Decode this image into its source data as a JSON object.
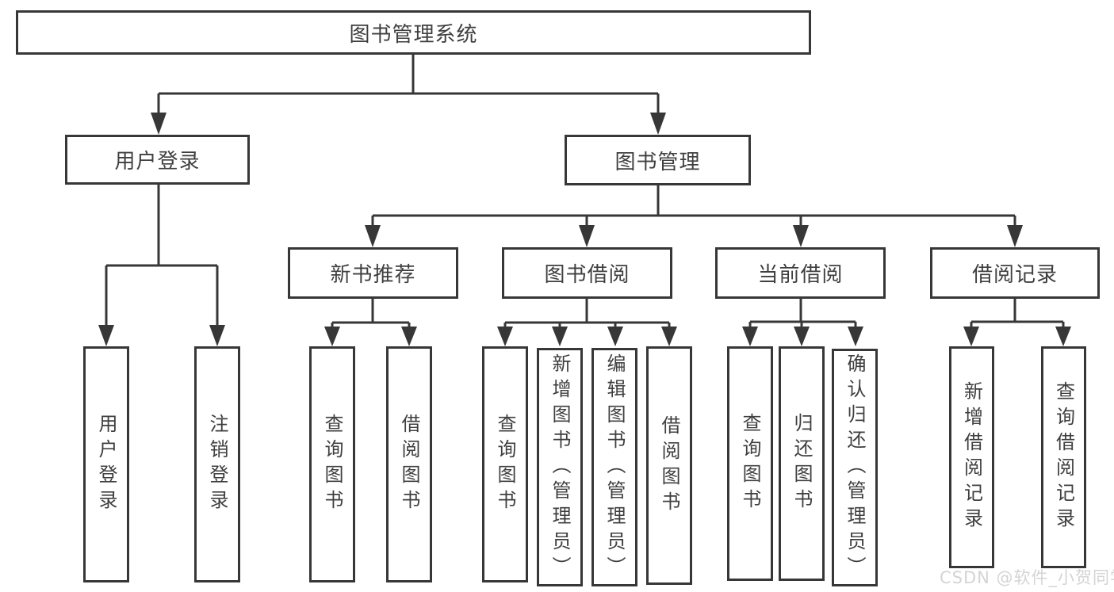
{
  "diagram": {
    "type": "hierarchy",
    "tree": {
      "label": "图书管理系统",
      "children": [
        {
          "label": "用户登录",
          "children": [
            {
              "label": "用户登录"
            },
            {
              "label": "注销登录"
            }
          ]
        },
        {
          "label": "图书管理",
          "children": [
            {
              "label": "新书推荐",
              "children": [
                {
                  "label": "查询图书"
                },
                {
                  "label": "借阅图书"
                }
              ]
            },
            {
              "label": "图书借阅",
              "children": [
                {
                  "label": "查询图书"
                },
                {
                  "label": "新增图书（管理员）"
                },
                {
                  "label": "编辑图书（管理员）"
                },
                {
                  "label": "借阅图书"
                }
              ]
            },
            {
              "label": "当前借阅",
              "children": [
                {
                  "label": "查询图书"
                },
                {
                  "label": "归还图书"
                },
                {
                  "label": "确认归还（管理员）"
                }
              ]
            },
            {
              "label": "借阅记录",
              "children": [
                {
                  "label": "新增借阅记录"
                },
                {
                  "label": "查询借阅记录"
                }
              ]
            }
          ]
        }
      ]
    },
    "colors": {
      "line": "#373737",
      "text": "#3f3f3f",
      "background": "#ffffff",
      "watermark_text": "#d4d4d4"
    },
    "watermark": "CSDN @软件_小贺同学"
  }
}
